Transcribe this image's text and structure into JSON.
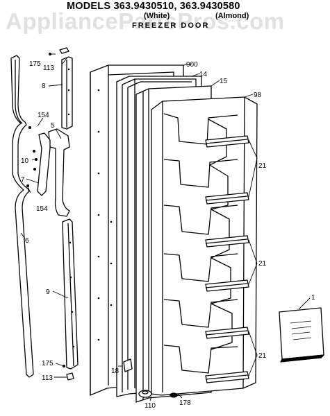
{
  "header": {
    "models_line": "MODELS 363.9430510, 363.9430580",
    "color_white": "(White)",
    "color_almond": "(Almond)",
    "subtitle": "FREEZER DOOR"
  },
  "watermark": "AppliancePartsPros.com",
  "part_labels": [
    {
      "id": "900",
      "text": "900"
    },
    {
      "id": "14",
      "text": "14"
    },
    {
      "id": "15",
      "text": "15"
    },
    {
      "id": "98",
      "text": "98"
    },
    {
      "id": "175-top",
      "text": "175"
    },
    {
      "id": "113-top",
      "text": "113"
    },
    {
      "id": "8",
      "text": "8"
    },
    {
      "id": "154-top",
      "text": "154"
    },
    {
      "id": "5",
      "text": "5"
    },
    {
      "id": "10",
      "text": "10"
    },
    {
      "id": "7",
      "text": "7"
    },
    {
      "id": "154-bottom",
      "text": "154"
    },
    {
      "id": "6",
      "text": "6"
    },
    {
      "id": "9",
      "text": "9"
    },
    {
      "id": "175-bottom",
      "text": "175"
    },
    {
      "id": "113-bottom",
      "text": "113"
    },
    {
      "id": "18",
      "text": "18"
    },
    {
      "id": "110",
      "text": "110"
    },
    {
      "id": "178",
      "text": "178"
    },
    {
      "id": "21-a",
      "text": "21"
    },
    {
      "id": "21-b",
      "text": "21"
    },
    {
      "id": "21-c",
      "text": "21"
    },
    {
      "id": "1",
      "text": "1"
    }
  ]
}
